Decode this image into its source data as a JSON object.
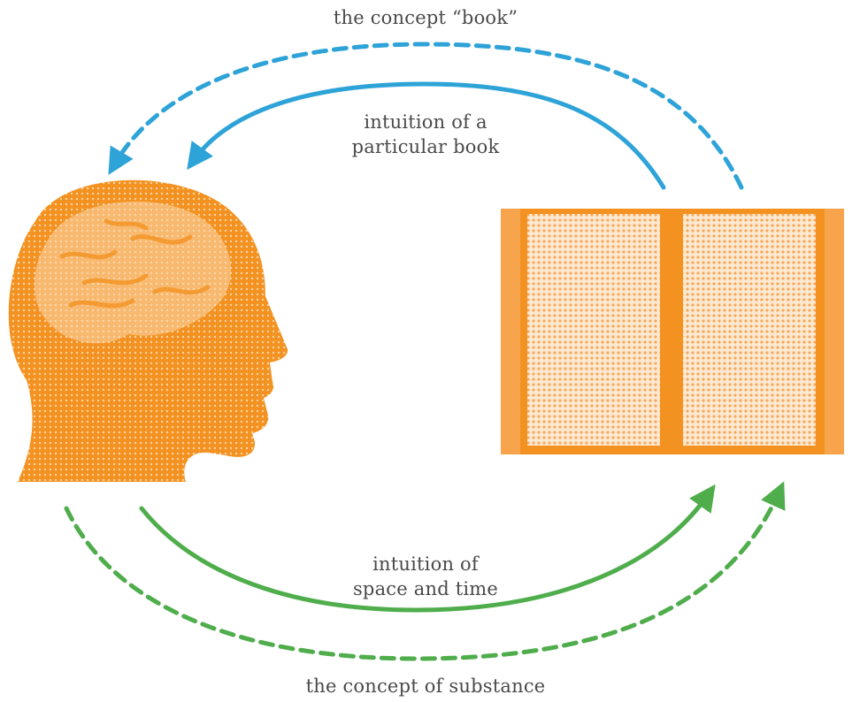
{
  "diagram": {
    "labels": {
      "concept_book": "the concept “book”",
      "intuition_particular_line1": "intuition of a",
      "intuition_particular_line2": "particular book",
      "intuition_space_line1": "intuition of",
      "intuition_space_line2": "space and time",
      "concept_substance": "the concept of substance"
    },
    "colors": {
      "orange": "#f39221",
      "blue": "#2ea3d8",
      "green": "#4fad4c",
      "text": "#4a4a4a"
    },
    "icons": {
      "head": "human-head-brain-icon",
      "book": "open-book-icon"
    }
  }
}
